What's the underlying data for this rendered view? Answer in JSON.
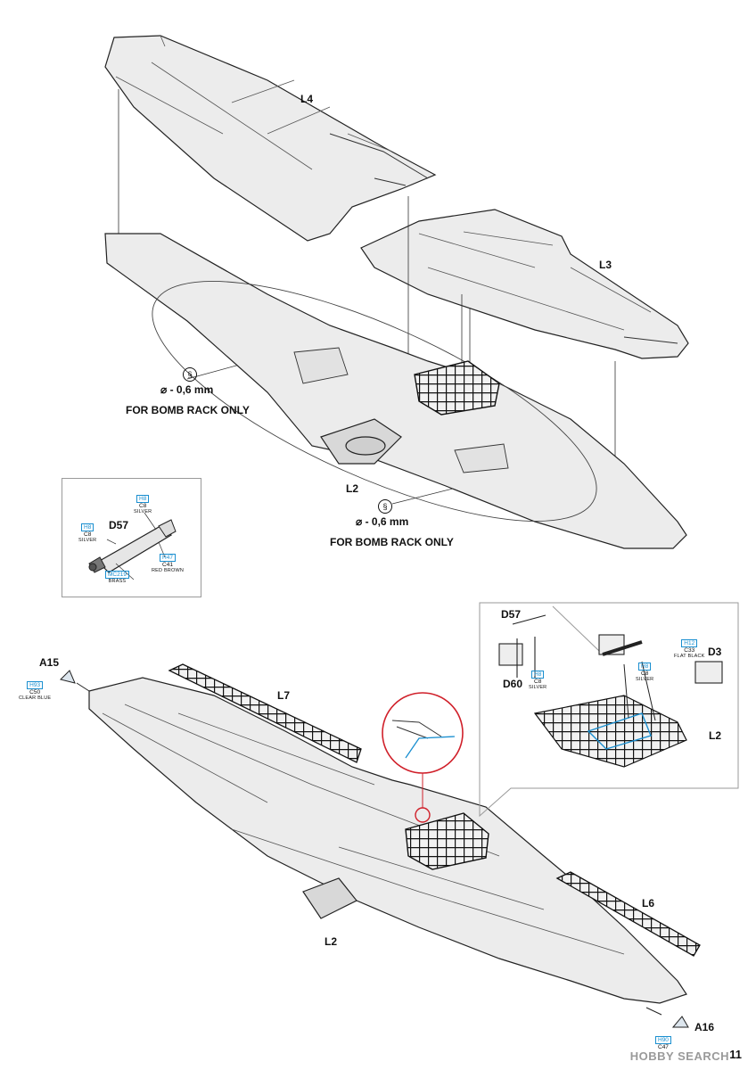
{
  "parts": {
    "L4": "L4",
    "L3": "L3",
    "L2_top": "L2",
    "L2_bottom": "L2",
    "L2_detail": "L2",
    "L7": "L7",
    "L6": "L6",
    "D57_left": "D57",
    "D57_detail": "D57",
    "D60": "D60",
    "D3": "D3",
    "A15": "A15",
    "A16": "A16"
  },
  "drill_notes": [
    {
      "size": "- 0,6 mm",
      "text": "FOR BOMB RACK ONLY"
    },
    {
      "size": "- 0,6 mm",
      "text": "FOR BOMB RACK ONLY"
    }
  ],
  "paints": {
    "d57_top": {
      "code": "H8",
      "gsi": "C8",
      "name": "SILVER"
    },
    "d57_left": {
      "code": "H8",
      "gsi": "C8",
      "name": "SILVER"
    },
    "d57_brown": {
      "code": "H47",
      "gsi": "C41",
      "name": "RED BROWN"
    },
    "d57_brass": {
      "code": "MC219",
      "gsi": "",
      "name": "BRASS"
    },
    "d60_silver": {
      "code": "H8",
      "gsi": "C8",
      "name": "SILVER"
    },
    "d3_black": {
      "code": "H12",
      "gsi": "C33",
      "name": "FLAT BLACK"
    },
    "detail_silver": {
      "code": "H8",
      "gsi": "C8",
      "name": "SILVER"
    },
    "a15_blue": {
      "code": "H93",
      "gsi": "C50",
      "name": "CLEAR BLUE"
    },
    "a16_green": {
      "code": "H90",
      "gsi": "C47",
      "name": ""
    }
  },
  "colors": {
    "paint_code": "#1a8fd0",
    "highlight": "#d0202a",
    "line": "#222222"
  },
  "page_number": "11",
  "watermark": "HOBBY SEARCH"
}
